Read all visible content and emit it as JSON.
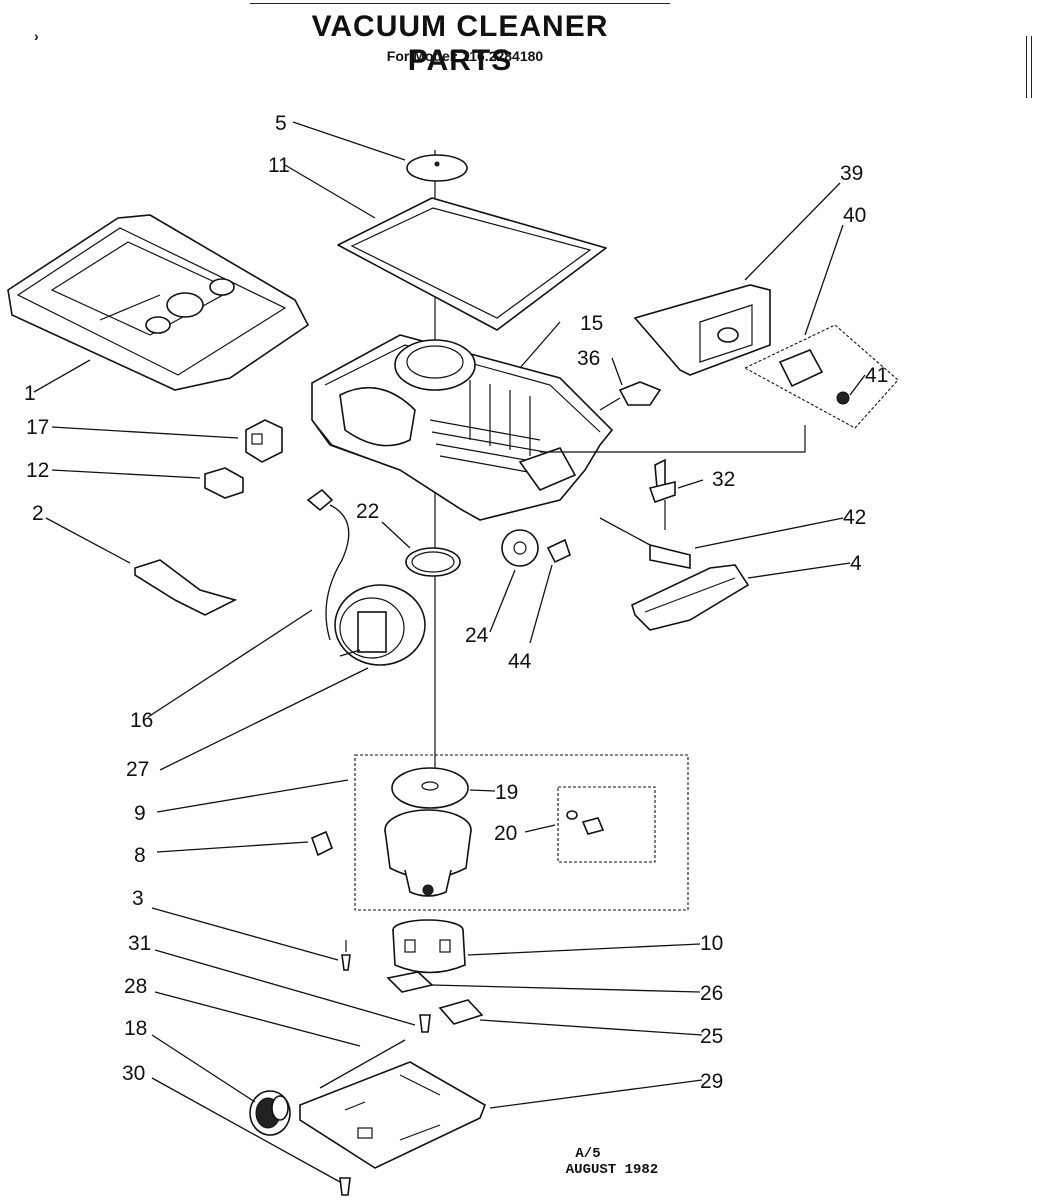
{
  "title": "VACUUM CLEANER PARTS",
  "subtitle": "For Model: 116.2284180",
  "footer": {
    "code": "A/5",
    "date": "AUGUST 1982"
  },
  "callouts": {
    "c1": "1",
    "c2": "2",
    "c3": "3",
    "c4": "4",
    "c5": "5",
    "c8": "8",
    "c9": "9",
    "c10": "10",
    "c11": "11",
    "c12": "12",
    "c15": "15",
    "c16": "16",
    "c17": "17",
    "c18": "18",
    "c19": "19",
    "c20": "20",
    "c22": "22",
    "c24": "24",
    "c25": "25",
    "c26": "26",
    "c27": "27",
    "c28": "28",
    "c29": "29",
    "c30": "30",
    "c31": "31",
    "c32": "32",
    "c36": "36",
    "c39": "39",
    "c40": "40",
    "c41": "41",
    "c42": "42",
    "c44": "44"
  }
}
